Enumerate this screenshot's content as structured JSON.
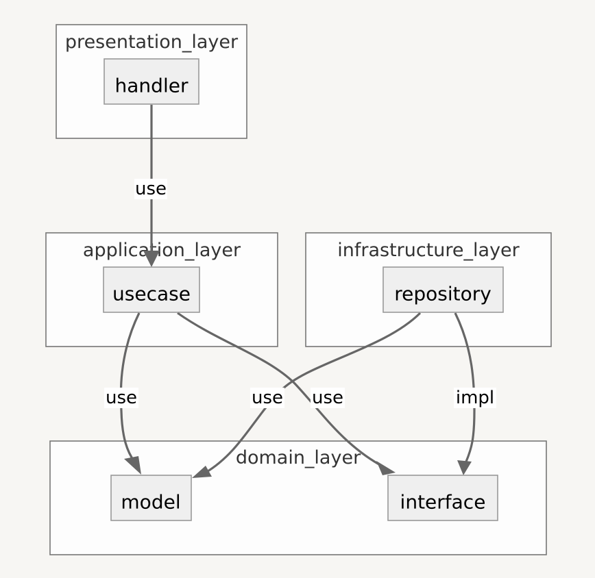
{
  "clusters": {
    "presentation": "presentation_layer",
    "application": "application_layer",
    "infrastructure": "infrastructure_layer",
    "domain": "domain_layer"
  },
  "nodes": {
    "handler": "handler",
    "usecase": "usecase",
    "repository": "repository",
    "model": "model",
    "interface": "interface"
  },
  "edges": {
    "handler_usecase": "use",
    "usecase_model": "use",
    "usecase_interface": "use",
    "repository_model": "use",
    "repository_interface": "impl"
  },
  "colors": {
    "background": "#f7f6f3",
    "cluster_fill": "#fdfdfd",
    "cluster_stroke": "#767676",
    "node_fill": "#efefef",
    "node_stroke": "#999999",
    "edge": "#666666"
  }
}
